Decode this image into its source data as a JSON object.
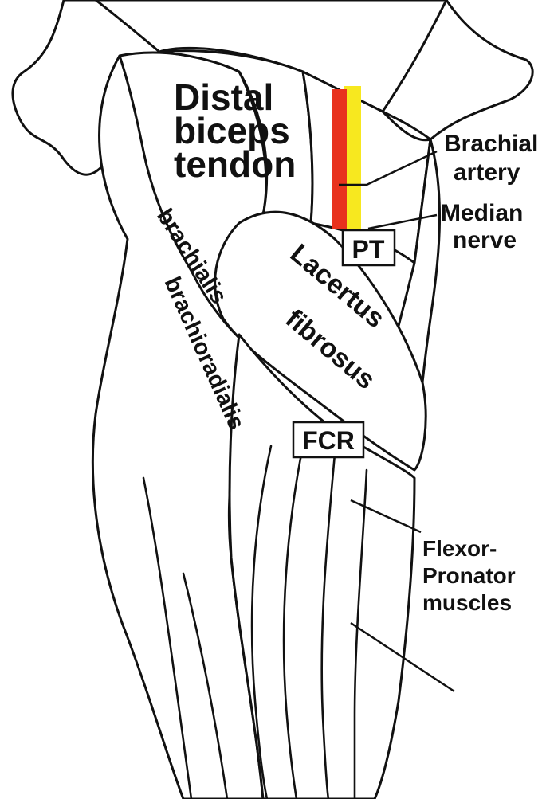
{
  "labels": {
    "distal_biceps_tendon": [
      "Distal",
      "biceps",
      "tendon"
    ],
    "brachial_artery": [
      "Brachial",
      "artery"
    ],
    "median_nerve": [
      "Median",
      "nerve"
    ],
    "pt": "PT",
    "brachialis": "brachialis",
    "brachioradialis": "brachioradialis",
    "lacertus_fibrosus": [
      "Lacertus",
      "fibrosus"
    ],
    "fcr": "FCR",
    "flexor_pronator_muscles": [
      "Flexor-",
      "Pronator",
      "muscles"
    ]
  },
  "colors": {
    "artery": "#e8321e",
    "nerve": "#f7e81f",
    "ink": "#111111",
    "background": "#ffffff"
  }
}
